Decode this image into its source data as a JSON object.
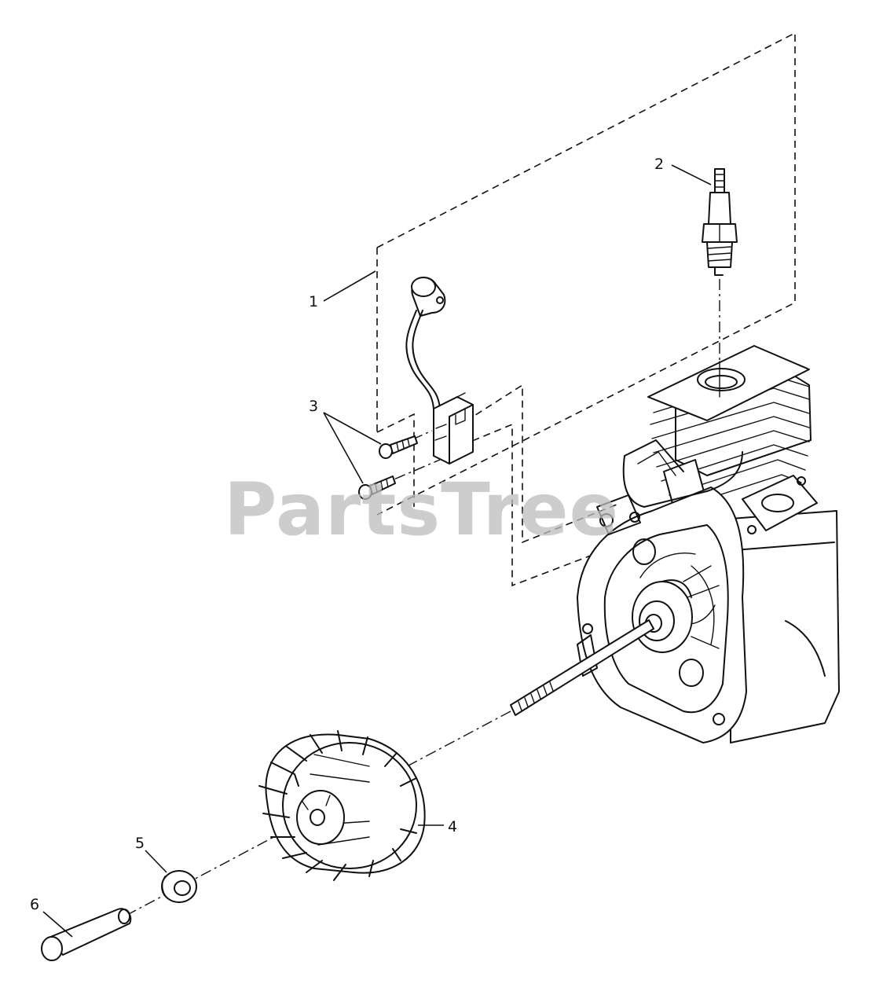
{
  "watermark": "PartsTree",
  "callouts": {
    "c1": "1",
    "c2": "2",
    "c3": "3",
    "c4": "4",
    "c5": "5",
    "c6": "6"
  }
}
